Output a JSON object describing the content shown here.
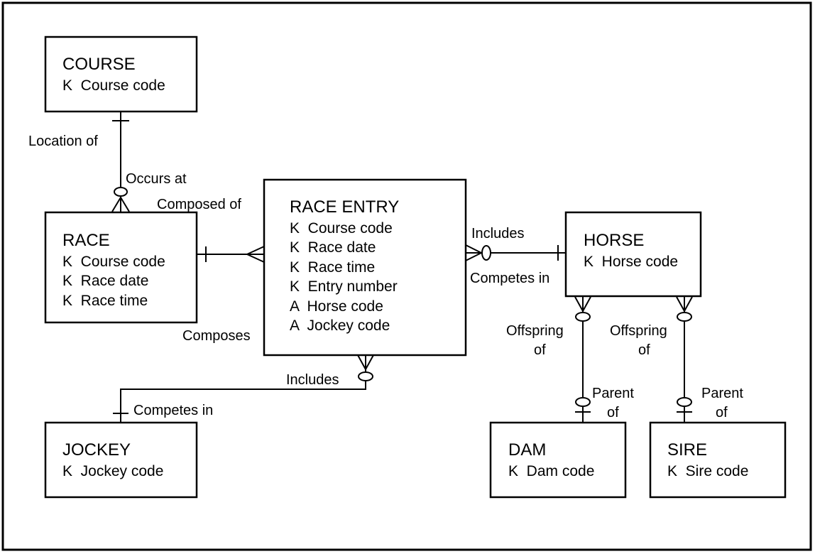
{
  "entities": {
    "course": {
      "title": "COURSE",
      "attrs": [
        "K  Course code"
      ]
    },
    "race": {
      "title": "RACE",
      "attrs": [
        "K  Course code",
        "K  Race date",
        "K  Race time"
      ]
    },
    "race_entry": {
      "title": "RACE ENTRY",
      "attrs": [
        "K  Course code",
        "K  Race date",
        "K  Race time",
        "K  Entry number",
        "A  Horse code",
        "A  Jockey code"
      ]
    },
    "horse": {
      "title": "HORSE",
      "attrs": [
        "K  Horse code"
      ]
    },
    "jockey": {
      "title": "JOCKEY",
      "attrs": [
        "K  Jockey code"
      ]
    },
    "dam": {
      "title": "DAM",
      "attrs": [
        "K  Dam code"
      ]
    },
    "sire": {
      "title": "SIRE",
      "attrs": [
        "K  Sire code"
      ]
    }
  },
  "relationships": {
    "location_of": "Location of",
    "occurs_at": "Occurs at",
    "composed_of": "Composed of",
    "composes": "Composes",
    "entry_includes_horse": "Includes",
    "horse_competes_in": "Competes in",
    "entry_includes_jockey": "Includes",
    "jockey_competes_in": "Competes in",
    "dam_offspring_line1": "Offspring",
    "dam_offspring_line2": "of",
    "dam_parent_line1": "Parent",
    "dam_parent_line2": "of",
    "sire_offspring_line1": "Offspring",
    "sire_offspring_line2": "of",
    "sire_parent_line1": "Parent",
    "sire_parent_line2": "of"
  },
  "colors": {
    "ink": "#000000",
    "background": "#ffffff"
  }
}
